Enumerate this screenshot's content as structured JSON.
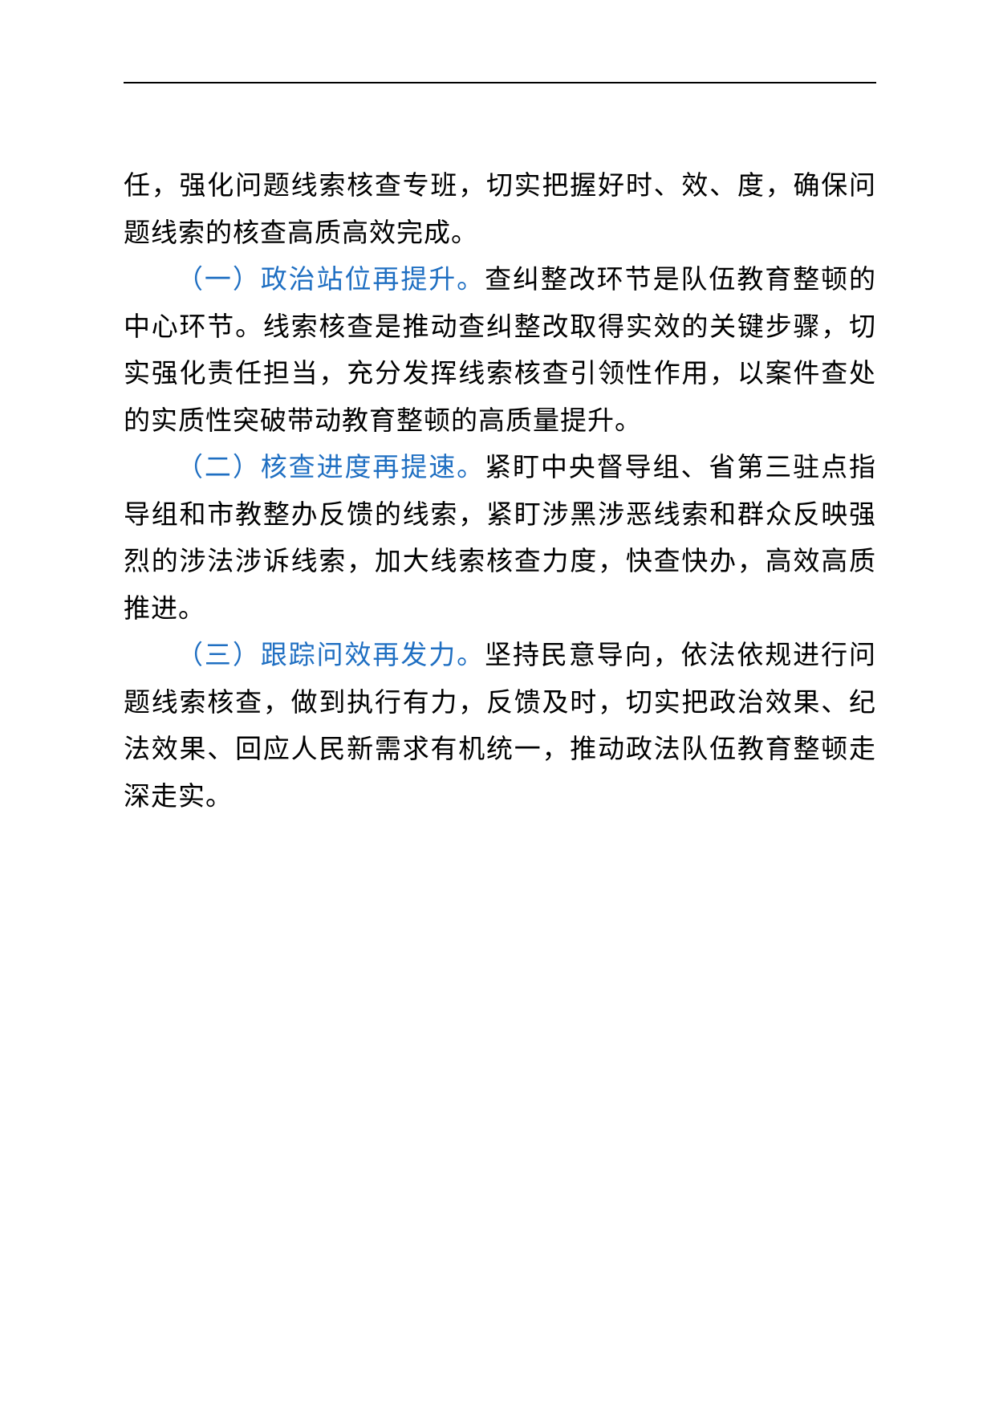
{
  "document": {
    "continuation": "任，强化问题线索核查专班，切实把握好时、效、度，确保问题线索的核查高质高效完成。",
    "sections": [
      {
        "heading": "（一）政治站位再提升。",
        "body": "查纠整改环节是队伍教育整顿的中心环节。线索核查是推动查纠整改取得实效的关键步骤，切实强化责任担当，充分发挥线索核查引领性作用，以案件查处的实质性突破带动教育整顿的高质量提升。"
      },
      {
        "heading": "（二）核查进度再提速。",
        "body": "紧盯中央督导组、省第三驻点指导组和市教整办反馈的线索，紧盯涉黑涉恶线索和群众反映强烈的涉法涉诉线索，加大线索核查力度，快查快办，高效高质推进。"
      },
      {
        "heading": "（三）跟踪问效再发力。",
        "body": "坚持民意导向，依法依规进行问题线索核查，做到执行有力，反馈及时，切实把政治效果、纪法效果、回应人民新需求有机统一，推动政法队伍教育整顿走深走实。"
      }
    ],
    "heading_color": "#1f6fc2"
  }
}
